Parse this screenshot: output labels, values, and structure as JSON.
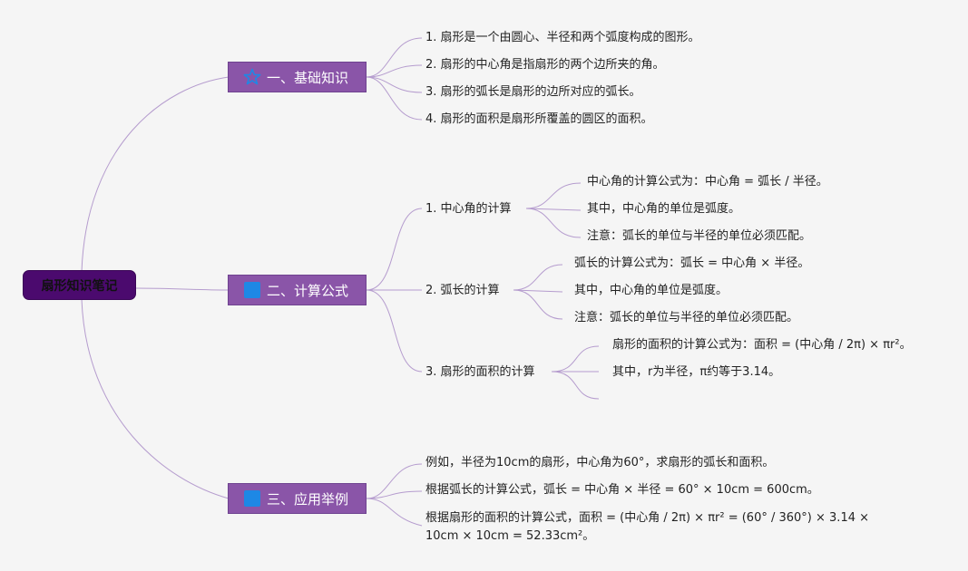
{
  "root": {
    "label": "扇形知识笔记"
  },
  "colors": {
    "root_bg": "#4b0a6e",
    "branch_bg": "#8a55a8",
    "line": "#b59cce",
    "icon_blue": "#1e88e5"
  },
  "branches": [
    {
      "label": "一、基础知识",
      "icon": "star-icon",
      "items": [
        "1. 扇形是一个由圆心、半径和两个弧度构成的图形。",
        "2. 扇形的中心角是指扇形的两个边所夹的角。",
        "3. 扇形的弧长是扇形的边所对应的弧长。",
        "4. 扇形的面积是扇形所覆盖的圆区的面积。"
      ]
    },
    {
      "label": "二、计算公式",
      "icon": "square-icon",
      "groups": [
        {
          "label": "1. 中心角的计算",
          "items": [
            "中心角的计算公式为：中心角 = 弧长 / 半径。",
            "其中，中心角的单位是弧度。",
            "注意：弧长的单位与半径的单位必须匹配。"
          ]
        },
        {
          "label": "2. 弧长的计算",
          "items": [
            "弧长的计算公式为：弧长 = 中心角 × 半径。",
            "其中，中心角的单位是弧度。",
            "注意：弧长的单位与半径的单位必须匹配。"
          ]
        },
        {
          "label": "3. 扇形的面积的计算",
          "items": [
            "扇形的面积的计算公式为：面积 = (中心角 / 2π) × πr²。",
            "其中，r为半径，π约等于3.14。",
            ""
          ]
        }
      ]
    },
    {
      "label": "三、应用举例",
      "icon": "square-icon",
      "items": [
        "例如，半径为10cm的扇形，中心角为60°，求扇形的弧长和面积。",
        "根据弧长的计算公式，弧长 = 中心角 × 半径 = 60° × 10cm = 600cm。",
        "根据扇形的面积的计算公式，面积 = (中心角 / 2π) × πr² = (60° / 360°) × 3.14 × 10cm × 10cm = 52.33cm²。"
      ]
    }
  ]
}
